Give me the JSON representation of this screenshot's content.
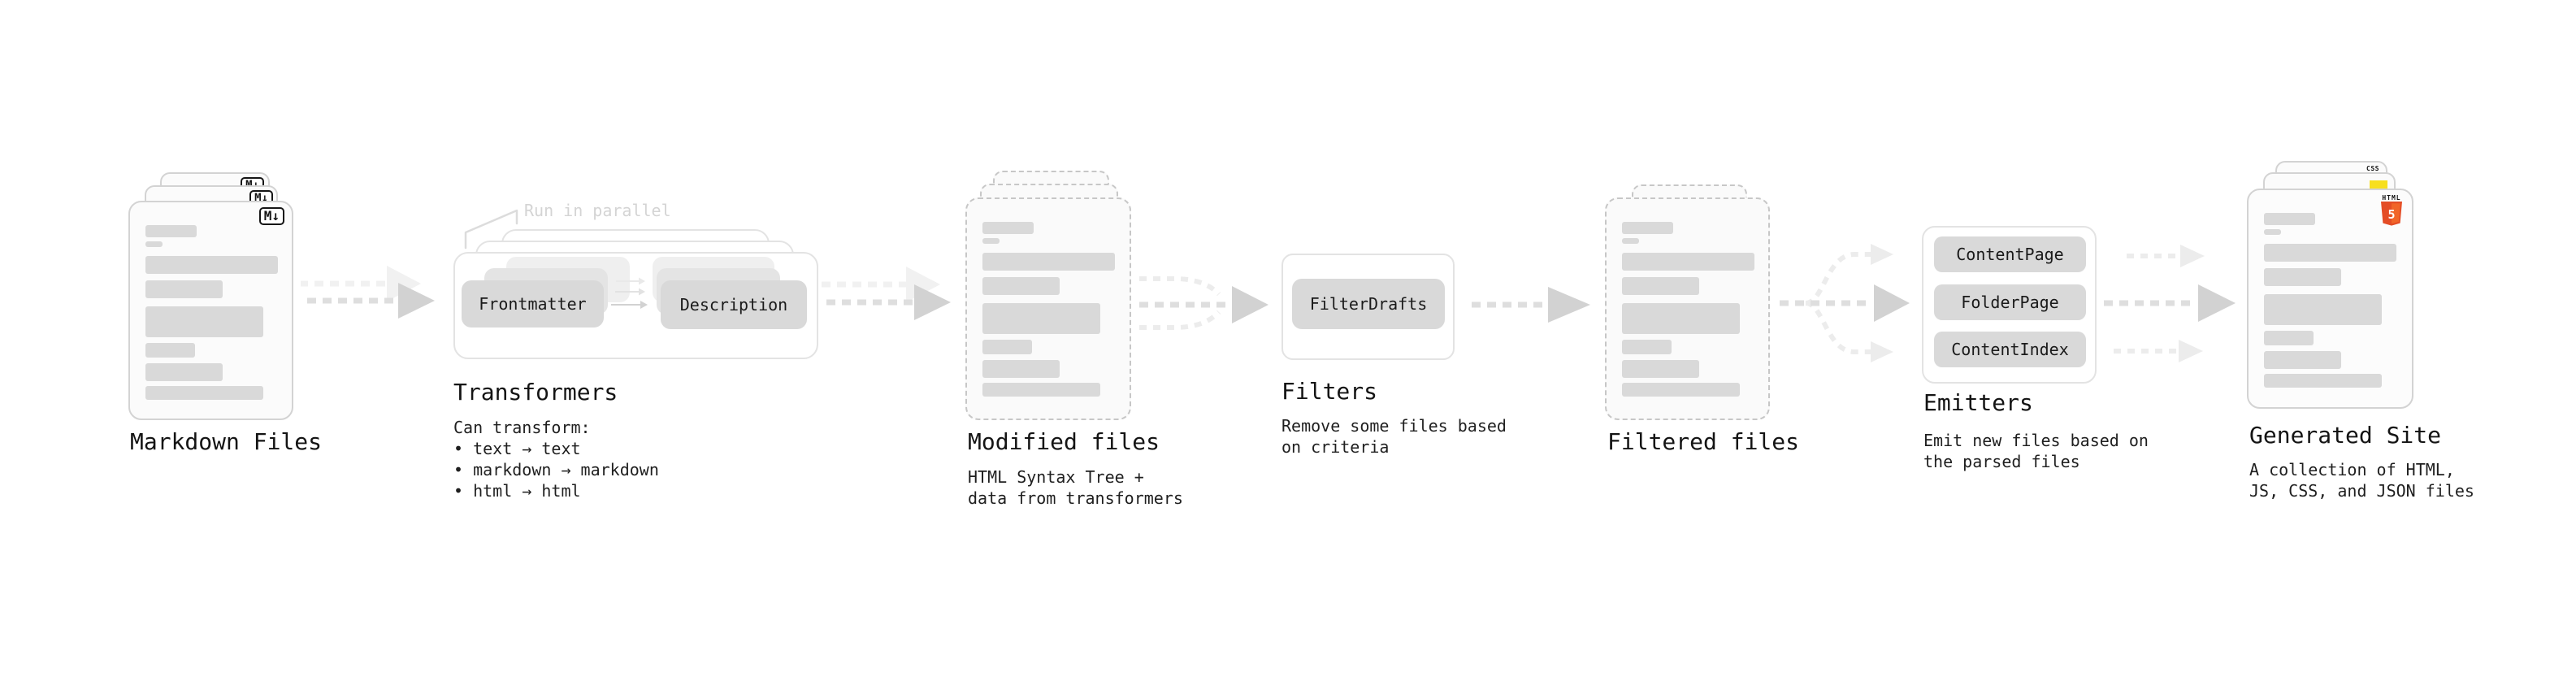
{
  "stages": {
    "markdown_files": {
      "title": "Markdown Files",
      "badge": "M↓"
    },
    "transformers": {
      "annotation": "Run in parallel",
      "transformer_1": "Frontmatter",
      "transformer_2": "Description",
      "title": "Transformers",
      "description": "Can transform:\n • text → text\n • markdown → markdown\n • html → html"
    },
    "modified_files": {
      "title": "Modified files",
      "description": "HTML Syntax Tree +\ndata from transformers"
    },
    "filters": {
      "filter_1": "FilterDrafts",
      "title": "Filters",
      "description": "Remove some files based\non criteria"
    },
    "filtered_files": {
      "title": "Filtered files"
    },
    "emitters": {
      "emitter_1": "ContentPage",
      "emitter_2": "FolderPage",
      "emitter_3": "ContentIndex",
      "title": "Emitters",
      "description": "Emit new files based on\nthe parsed files"
    },
    "generated_site": {
      "title": "Generated Site",
      "description": "A collection of HTML,\nJS, CSS, and JSON files",
      "css_badge": "CSS",
      "html_badge_label": "HTML",
      "html_badge_number": "5"
    }
  },
  "colors": {
    "box_gray": "#d9d9d9",
    "arrow_gray": "#dedede",
    "arrow_head_gray": "#d2d2d2",
    "arrow_faint": "#ececec",
    "annotation_gray": "#d4d4d4",
    "js_yellow": "#f7df1e",
    "css_blue": "#2b63f1",
    "html5_orange": "#e44d26",
    "html5_orange_light": "#f16529"
  }
}
